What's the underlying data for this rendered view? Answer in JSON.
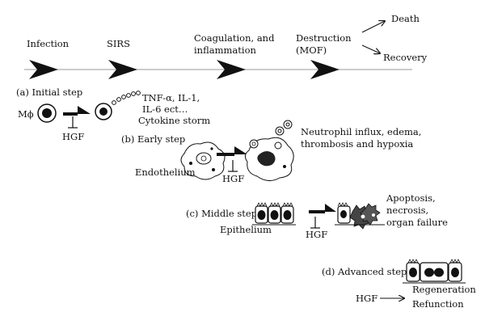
{
  "timeline": {
    "stages": [
      "Infection",
      "SIRS",
      "Coagulation, and",
      "inflammation",
      "Destruction",
      "(MOF)"
    ],
    "outcomes": [
      "Death",
      "Recovery"
    ]
  },
  "steps": {
    "initial": {
      "title": "(a) Initial step",
      "cell_label": "Mϕ",
      "inhibitor": "HGF",
      "cytokines": [
        "TNF-α, IL-1,",
        "IL-6 ect…",
        "Cytokine storm"
      ]
    },
    "early": {
      "title": "(b) Early step",
      "tissue": "Endothelium",
      "inhibitor": "HGF",
      "outcome": [
        "Neutrophil influx, edema,",
        "thrombosis and hypoxia"
      ]
    },
    "middle": {
      "title": "(c) Middle step",
      "tissue": "Epithelium",
      "inhibitor": "HGF",
      "outcome": [
        "Apoptosis,",
        "necrosis,",
        "organ failure"
      ]
    },
    "advanced": {
      "title": "(d) Advanced step",
      "promoter": "HGF",
      "outcome": [
        "Regeneration",
        "Refunction"
      ]
    }
  }
}
